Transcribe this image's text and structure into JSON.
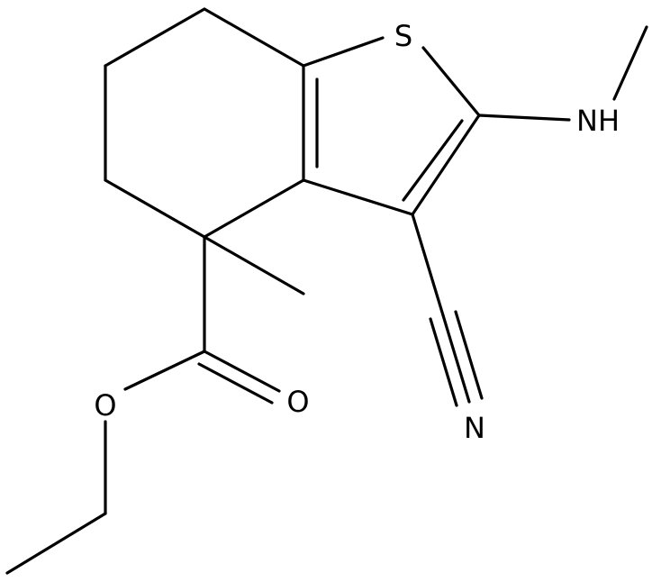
{
  "molecule": {
    "atoms": {
      "sulfur": "S",
      "amine": "NH",
      "nitrile_nitrogen": "N",
      "ether_oxygen": "O",
      "carbonyl_oxygen": "O"
    },
    "colors": {
      "bond": "#000000",
      "label": "#000000",
      "background": "#ffffff"
    }
  }
}
